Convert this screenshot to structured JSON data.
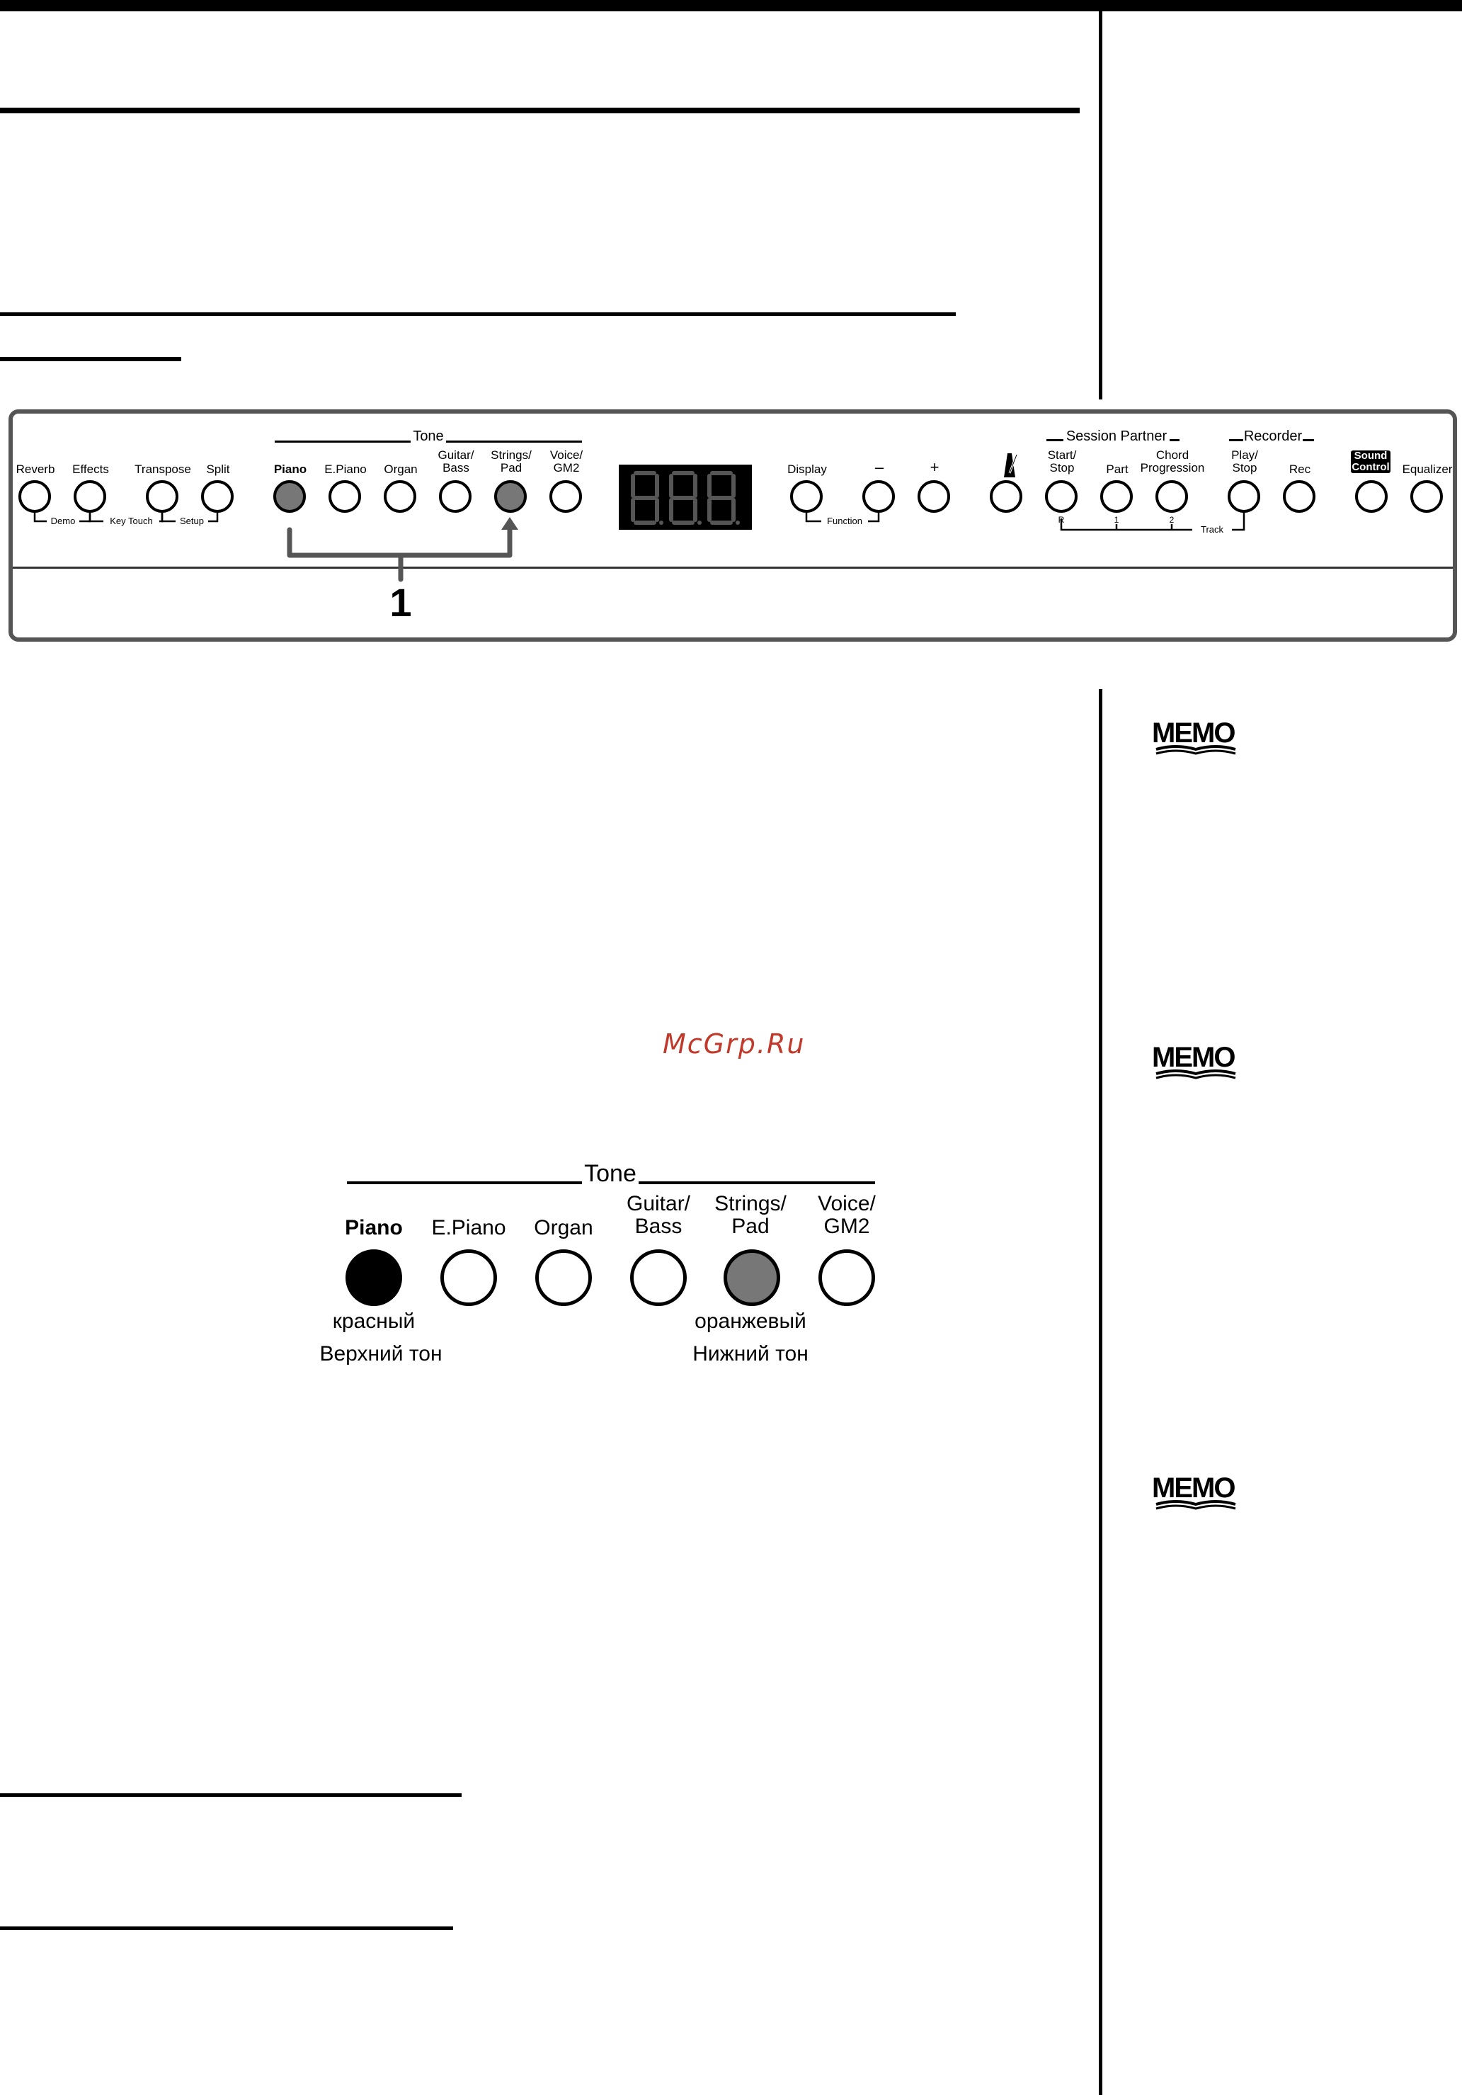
{
  "panel": {
    "tone_header": "Tone",
    "session_header": "Session Partner",
    "recorder_header": "Recorder",
    "buttons": {
      "reverb": "Reverb",
      "effects": "Effects",
      "transpose": "Transpose",
      "split": "Split",
      "piano": "Piano",
      "epiano": "E.Piano",
      "organ": "Organ",
      "guitar": "Guitar/\nBass",
      "strings": "Strings/\nPad",
      "voice": "Voice/\nGM2",
      "display": "Display",
      "minus": "–",
      "plus": "+",
      "startstop": "Start/\nStop",
      "part": "Part",
      "chord": "Chord\nProgression",
      "playstop": "Play/\nStop",
      "rec": "Rec",
      "sound": "Sound\nControl",
      "equalizer": "Equalizer"
    },
    "brackets": {
      "demo": "Demo",
      "key_touch": "Key Touch",
      "setup": "Setup",
      "function": "Function",
      "track": "Track",
      "track_r": "R",
      "track_1": "1",
      "track_2": "2"
    },
    "display_digits": "8.8.8.",
    "step_callout": "1"
  },
  "watermark": "McGrp.Ru",
  "memo_label": "MEMO",
  "tone_detail": {
    "header": "Tone",
    "buttons": [
      "Piano",
      "E.Piano",
      "Organ",
      "Guitar/\nBass",
      "Strings/\nPad",
      "Voice/\nGM2"
    ],
    "piano_color": "красный",
    "piano_caption": "Верхний тон",
    "strings_color": "оранжевый",
    "strings_caption": "Нижний тон"
  },
  "colors": {
    "lit_red": "#000000",
    "lit_orange": "#777777",
    "watermark": "#c0392b"
  }
}
